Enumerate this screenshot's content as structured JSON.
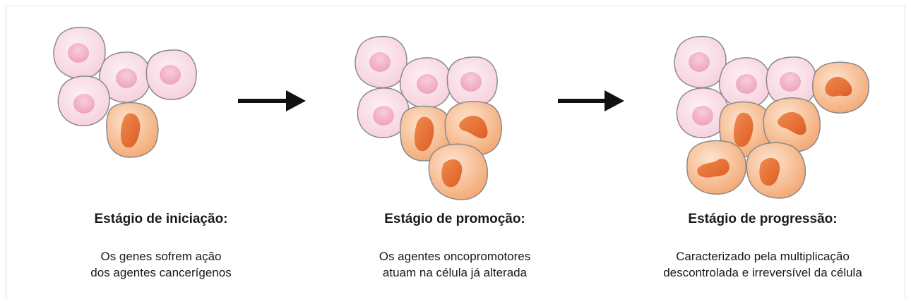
{
  "stages": [
    {
      "title": "Estágio de iniciação:",
      "description": [
        "Os genes sofrem ação",
        "dos agentes cancerígenos"
      ]
    },
    {
      "title": "Estágio de promoção:",
      "description": [
        "Os agentes oncopromotores",
        "atuam na célula já alterada"
      ]
    },
    {
      "title": "Estágio de progressão:",
      "description": [
        "Caracterizado pela multiplicação",
        "descontrolada e irreversível da célula"
      ]
    }
  ],
  "colors": {
    "normal_cell_fill": "#f9dbe4",
    "normal_nucleus": "#ef9fbd",
    "altered_cell_fill": "#f5b98c",
    "altered_nucleus": "#e8723a",
    "cell_outline": "#8a8a8a",
    "arrow": "#111111"
  }
}
